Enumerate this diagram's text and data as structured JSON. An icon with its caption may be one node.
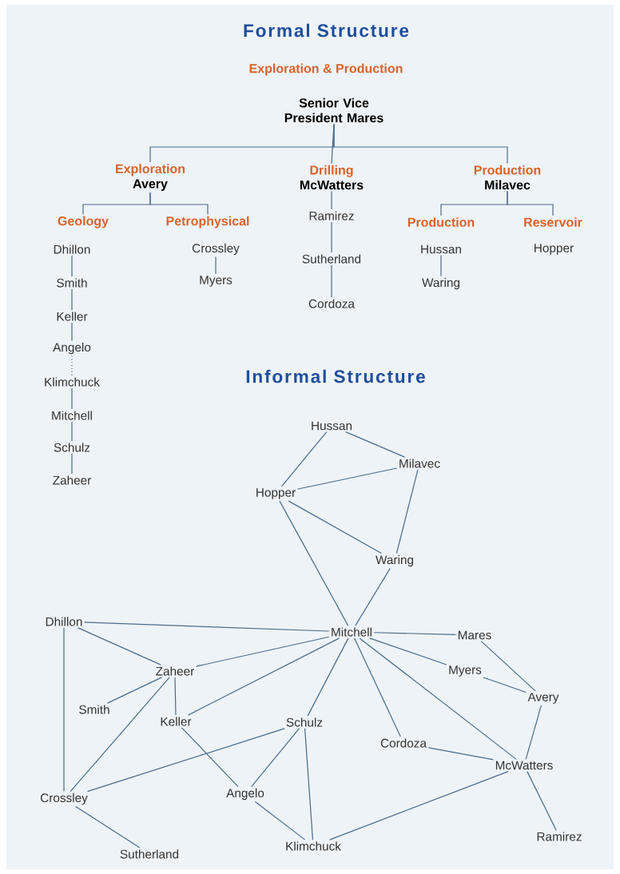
{
  "diagram": {
    "title": "Formal Structure",
    "nodes": [
      {
        "text": [
          "Senior Vice President Mares"
        ]
      },
      {
        "text": [
          "Exploration",
          "Avery"
        ]
      },
      {
        "text": [
          "Drilling",
          "McWatters"
        ]
      },
      {
        "text": [
          "Production",
          "Milavec"
        ]
      },
      {
        "text": [
          "Geology"
        ]
      },
      {
        "text": [
          "Petrophysical"
        ]
      },
      {
        "text": [
          "Production"
        ]
      },
      {
        "text": [
          "Reservoir"
        ]
      },
      {
        "text": [
          "Dhillon"
        ]
      },
      {
        "text": [
          "Smith"
        ]
      },
      {
        "text": [
          "Keller"
        ]
      },
      {
        "text": [
          "Angelo"
        ]
      },
      {
        "text": [
          "Klimchuck"
        ]
      },
      {
        "text": [
          "Mitchell"
        ]
      },
      {
        "text": [
          "Schulz"
        ]
      },
      {
        "text": [
          "Zaheer"
        ]
      },
      {
        "text": [
          "Crossley"
        ]
      },
      {
        "text": [
          "Myers"
        ]
      },
      {
        "text": [
          "Ramirez"
        ]
      },
      {
        "text": [
          "Sutherland"
        ]
      },
      {
        "text": [
          "Cordoza"
        ]
      },
      {
        "text": [
          "Hussan"
        ]
      },
      {
        "text": [
          "Waring"
        ]
      },
      {
        "text": [
          "Hopper"
        ]
      },
      {
        "text": [
          "Hussan"
        ]
      },
      {
        "text": [
          "Milavec"
        ]
      },
      {
        "text": [
          "Hopper"
        ]
      },
      {
        "text": [
          "Waring"
        ]
      },
      {
        "text": [
          "Dhillon"
        ]
      },
      {
        "text": [
          "Mitchell"
        ]
      },
      {
        "text": [
          "Mares"
        ]
      },
      {
        "text": [
          "Zaheer"
        ]
      },
      {
        "text": [
          "Myers"
        ]
      },
      {
        "text": [
          "Avery"
        ]
      },
      {
        "text": [
          "Smith"
        ]
      },
      {
        "text": [
          "Keller"
        ]
      },
      {
        "text": [
          "Schulz"
        ]
      },
      {
        "text": [
          "Cordoza"
        ]
      },
      {
        "text": [
          "McWatters"
        ]
      },
      {
        "text": [
          "Crossley"
        ]
      },
      {
        "text": [
          "Angelo"
        ]
      },
      {
        "text": [
          "Klimchuck"
        ]
      },
      {
        "text": [
          "Ramirez"
        ]
      },
      {
        "text": [
          "Sutherland"
        ]
      }
    ],
    "edges": [
      {
        "from": 0,
        "to": 1,
        "arrow": "none"
      },
      {
        "from": 0,
        "to": 2,
        "arrow": "none"
      },
      {
        "from": 0,
        "to": 3,
        "arrow": "none"
      },
      {
        "from": 1,
        "to": 4,
        "arrow": "none"
      },
      {
        "from": 1,
        "to": 5,
        "arrow": "none"
      },
      {
        "from": 3,
        "to": 6,
        "arrow": "none"
      },
      {
        "from": 3,
        "to": 7,
        "arrow": "none"
      },
      {
        "from": 2,
        "to": 18,
        "arrow": "none"
      },
      {
        "from": 18,
        "to": 19,
        "arrow": "none"
      },
      {
        "from": 19,
        "to": 20,
        "arrow": "none"
      },
      {
        "from": 8,
        "to": 9,
        "arrow": "none"
      },
      {
        "from": 9,
        "to": 10,
        "arrow": "none"
      },
      {
        "from": 10,
        "to": 11,
        "arrow": "none"
      },
      {
        "from": 11,
        "to": 12,
        "arrow": "none",
        "style": "dashed"
      },
      {
        "from": 12,
        "to": 13,
        "arrow": "none"
      },
      {
        "from": 13,
        "to": 14,
        "arrow": "none"
      },
      {
        "from": 14,
        "to": 15,
        "arrow": "none"
      },
      {
        "from": 16,
        "to": 17,
        "arrow": "none"
      },
      {
        "from": 21,
        "to": 22,
        "arrow": "none"
      },
      {
        "from": 24,
        "to": 25,
        "arrow": "none"
      },
      {
        "from": 24,
        "to": 26,
        "arrow": "none"
      },
      {
        "from": 26,
        "to": 25,
        "arrow": "none"
      },
      {
        "from": 26,
        "to": 27,
        "arrow": "none"
      },
      {
        "from": 25,
        "to": 27,
        "arrow": "none"
      },
      {
        "from": 26,
        "to": 29,
        "arrow": "none"
      },
      {
        "from": 27,
        "to": 29,
        "arrow": "none"
      },
      {
        "from": 28,
        "to": 29,
        "arrow": "none"
      },
      {
        "from": 28,
        "to": 31,
        "arrow": "none"
      },
      {
        "from": 28,
        "to": 39,
        "arrow": "none"
      },
      {
        "from": 29,
        "to": 31,
        "arrow": "none"
      },
      {
        "from": 29,
        "to": 35,
        "arrow": "none"
      },
      {
        "from": 29,
        "to": 36,
        "arrow": "none"
      },
      {
        "from": 29,
        "to": 37,
        "arrow": "none"
      },
      {
        "from": 29,
        "to": 38,
        "arrow": "none"
      },
      {
        "from": 29,
        "to": 30,
        "arrow": "none"
      },
      {
        "from": 29,
        "to": 32,
        "arrow": "none"
      },
      {
        "from": 30,
        "to": 33,
        "arrow": "none"
      },
      {
        "from": 32,
        "to": 33,
        "arrow": "none"
      },
      {
        "from": 33,
        "to": 38,
        "arrow": "none"
      },
      {
        "from": 31,
        "to": 34,
        "arrow": "none"
      },
      {
        "from": 31,
        "to": 35,
        "arrow": "none"
      },
      {
        "from": 31,
        "to": 39,
        "arrow": "none"
      },
      {
        "from": 35,
        "to": 40,
        "arrow": "none"
      },
      {
        "from": 36,
        "to": 39,
        "arrow": "none"
      },
      {
        "from": 36,
        "to": 40,
        "arrow": "none"
      },
      {
        "from": 36,
        "to": 41,
        "arrow": "none"
      },
      {
        "from": 40,
        "to": 41,
        "arrow": "none"
      },
      {
        "from": 37,
        "to": 38,
        "arrow": "none"
      },
      {
        "from": 38,
        "to": 41,
        "arrow": "none"
      },
      {
        "from": 38,
        "to": 42,
        "arrow": "none"
      },
      {
        "from": 39,
        "to": 43,
        "arrow": "none"
      }
    ],
    "labels": [
      "Exploration & Production",
      "Informal Structure"
    ]
  }
}
